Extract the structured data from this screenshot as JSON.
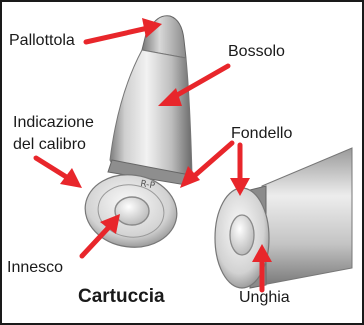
{
  "labels": {
    "bullet": "Pallottola",
    "case": "Bossolo",
    "caliber_line1": "Indicazione",
    "caliber_line2": "del calibro",
    "base": "Fondello",
    "primer": "Innesco",
    "rim": "Unghia"
  },
  "title": "Cartuccia",
  "headstamp": "R-P",
  "colors": {
    "arrow": "#e8262b",
    "frame": "#1a1a1a",
    "metal_light": "#e9e9e9",
    "metal_dark": "#6e6e6e"
  }
}
